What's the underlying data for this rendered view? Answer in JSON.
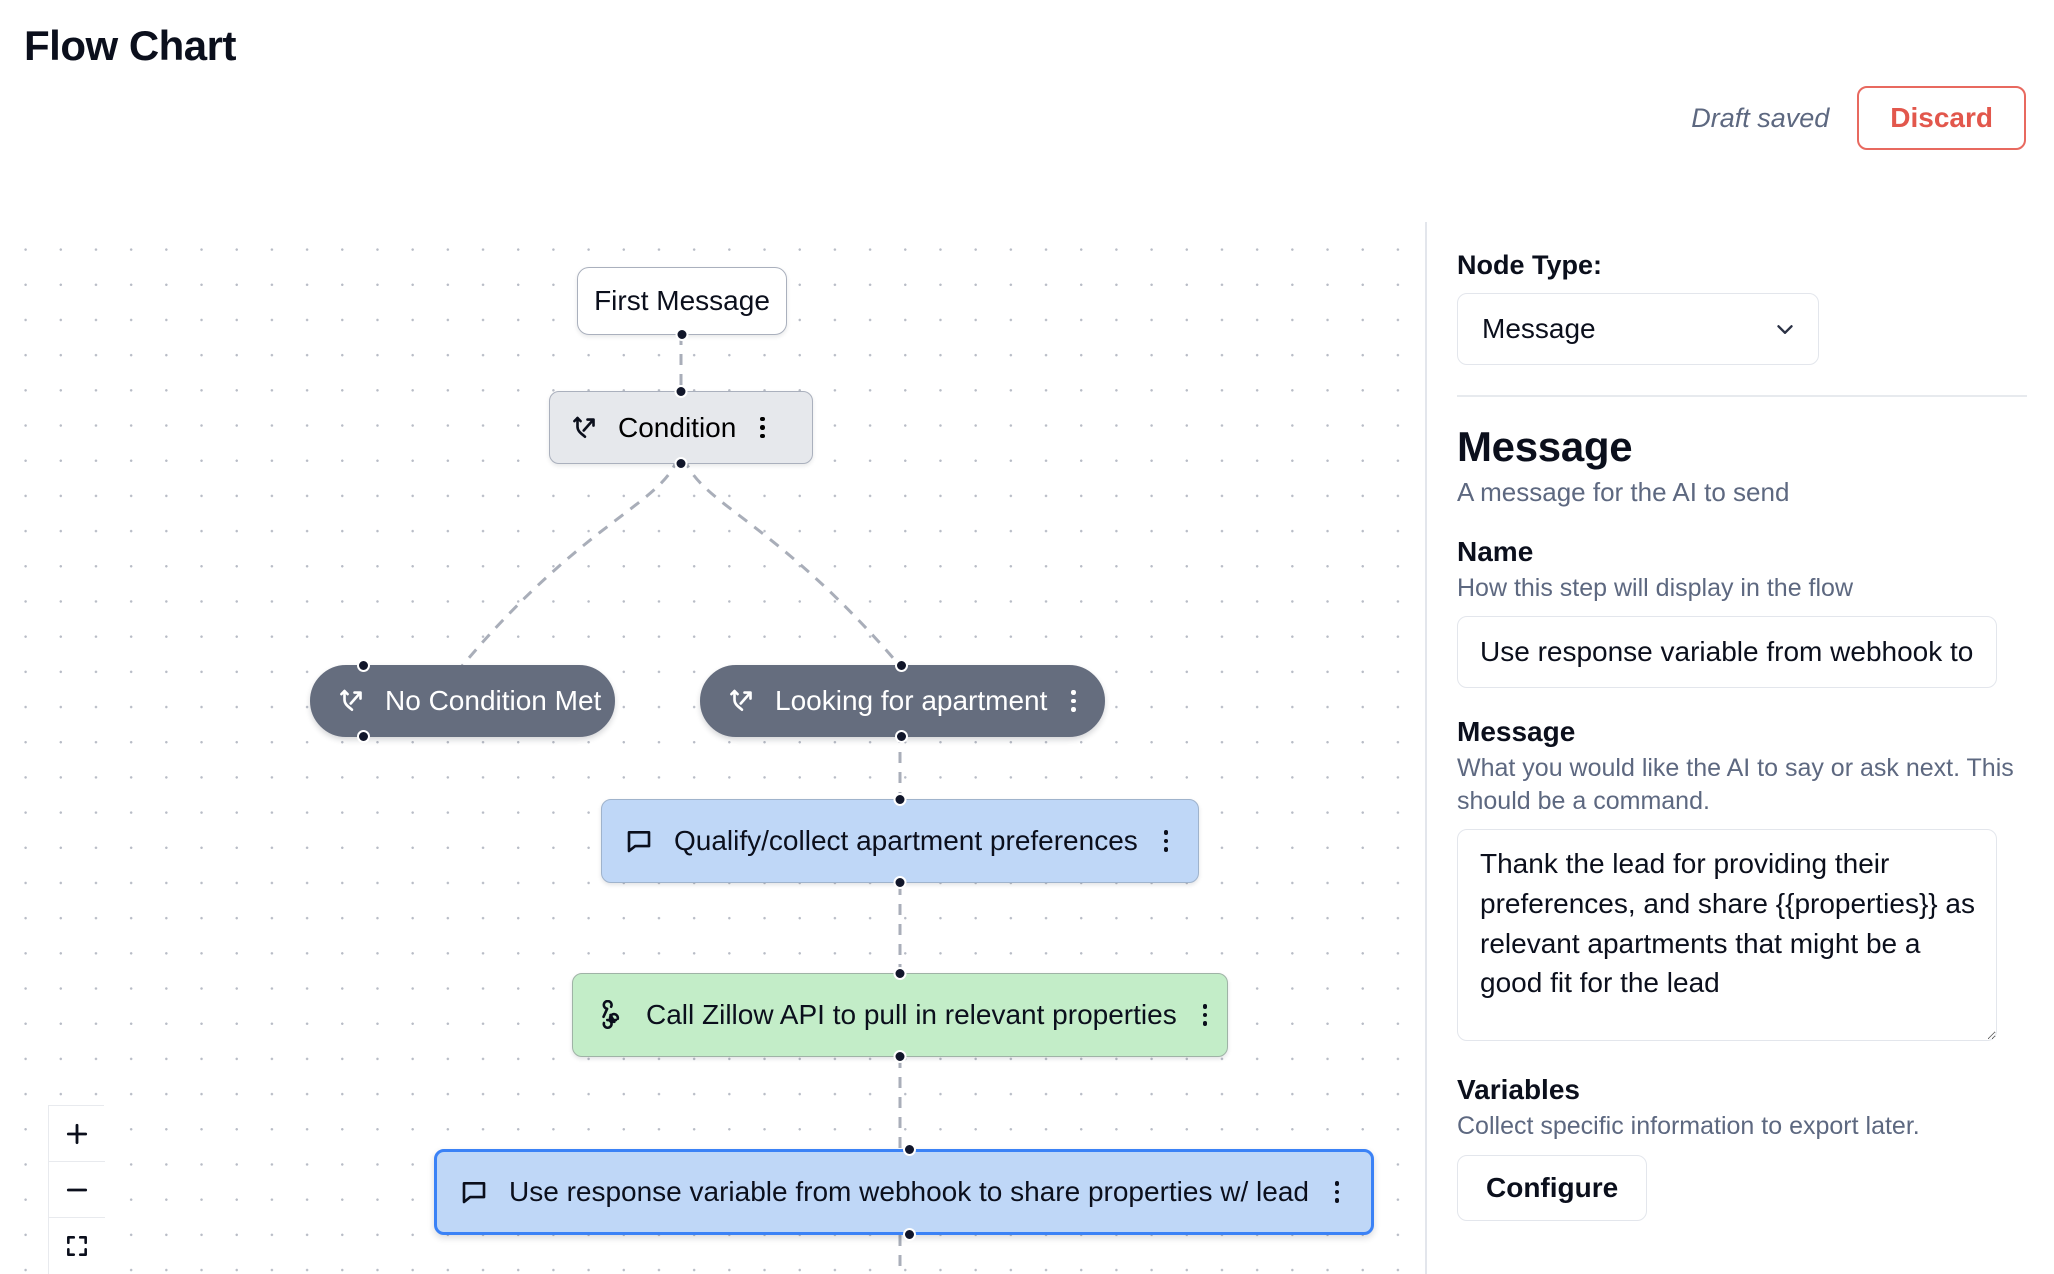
{
  "header": {
    "title": "Flow Chart",
    "draft_status": "Draft saved",
    "discard_label": "Discard"
  },
  "canvas": {
    "nodes": [
      {
        "id": "first-message",
        "label": "First Message",
        "type": "plain",
        "icon": "none"
      },
      {
        "id": "condition",
        "label": "Condition",
        "type": "condition",
        "icon": "branch-icon"
      },
      {
        "id": "no-condition-met",
        "label": "No Condition Met",
        "type": "branch",
        "icon": "branch-icon"
      },
      {
        "id": "looking-for-apartment",
        "label": "Looking for apartment",
        "type": "branch",
        "icon": "branch-icon"
      },
      {
        "id": "qualify-preferences",
        "label": "Qualify/collect apartment preferences",
        "type": "message",
        "icon": "speech-bubble-icon"
      },
      {
        "id": "call-zillow-api",
        "label": "Call Zillow API to pull in relevant properties",
        "type": "api",
        "icon": "webhook-icon"
      },
      {
        "id": "use-response-variable",
        "label": "Use response variable from webhook to share properties w/ lead",
        "type": "message-selected",
        "icon": "speech-bubble-icon"
      }
    ],
    "zoom_controls": {
      "zoom_in": "zoom-in-icon",
      "zoom_out": "zoom-out-icon",
      "fit_view": "fit-view-icon"
    },
    "colors": {
      "branch_node": "#656d7e",
      "message_node": "#bfd7f7",
      "api_node": "#c3edc8",
      "condition_node": "#e6e8ec",
      "selected_border": "#3b82f6",
      "edge": "#a9aeb9"
    }
  },
  "panel": {
    "node_type_label": "Node Type:",
    "node_type_value": "Message",
    "section_title": "Message",
    "section_subtitle": "A message for the AI to send",
    "name": {
      "label": "Name",
      "help": "How this step will display in the flow",
      "value": "Use response variable from webhook to share properties w/ lead"
    },
    "message": {
      "label": "Message",
      "help": "What you would like the AI to say or ask next. This should be a command.",
      "value": "Thank the lead for providing their preferences, and share {{properties}} as relevant apartments that might be a good fit for the lead"
    },
    "variables": {
      "label": "Variables",
      "help": "Collect specific information to export later.",
      "button_label": "Configure"
    }
  }
}
